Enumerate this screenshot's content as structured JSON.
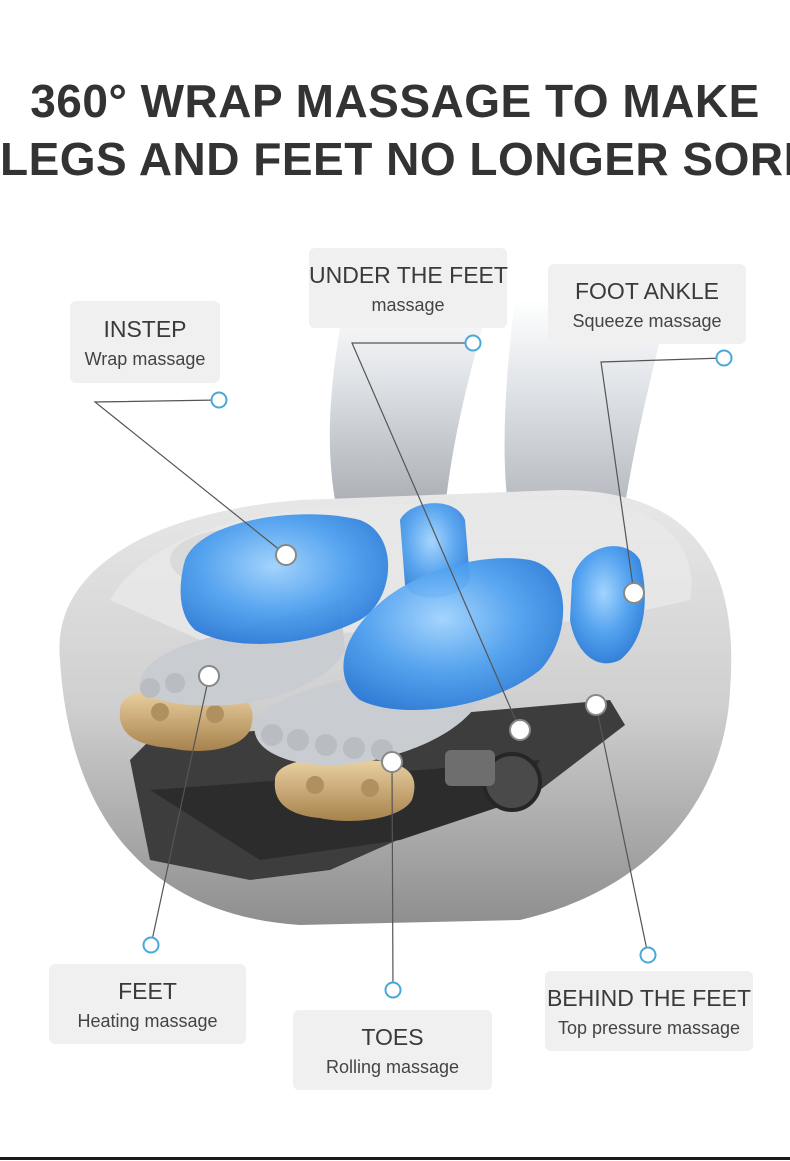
{
  "headline": {
    "line1": "360° WRAP MASSAGE TO MAKE",
    "line2": "LEGS AND FEET NO LONGER SORE"
  },
  "colors": {
    "accent": "#4aa8d8",
    "airbag_blue": "#3d8fe0",
    "device_grey": "#bdbdbd",
    "roller_gold": "#c8a46c",
    "callout_bg": "#f0f0f0",
    "text": "#333333"
  },
  "callouts": {
    "instep": {
      "title": "INSTEP",
      "subtitle": "Wrap massage"
    },
    "under_feet": {
      "title": "UNDER THE FEET",
      "subtitle": "massage"
    },
    "foot_ankle": {
      "title": "FOOT ANKLE",
      "subtitle": "Squeeze massage"
    },
    "feet": {
      "title": "FEET",
      "subtitle": "Heating massage"
    },
    "toes": {
      "title": "TOES",
      "subtitle": "Rolling massage"
    },
    "behind_feet": {
      "title": "BEHIND THE FEET",
      "subtitle": "Top pressure massage"
    }
  }
}
